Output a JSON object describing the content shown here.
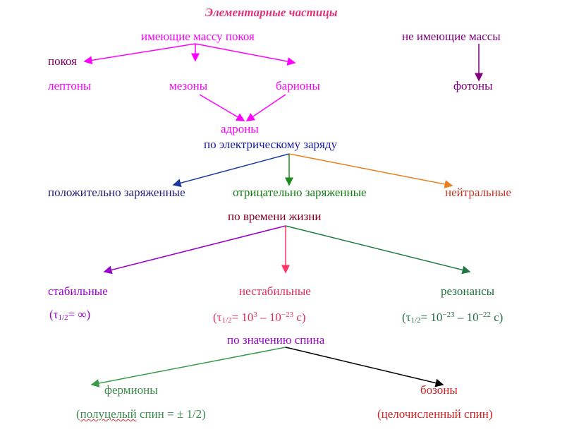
{
  "title": "Элементарные частицы",
  "mass": {
    "has_mass": "имеющие массу покоя",
    "no_mass": "не имеющие массы",
    "rest": "покоя",
    "leptons": "лептоны",
    "mesons": "мезоны",
    "baryons": "барионы",
    "photons": "фотоны",
    "hadrons": "адроны"
  },
  "charge": {
    "heading": "по электрическому заряду",
    "positive": "положительно заряженные",
    "negative": "отрицательно заряженные",
    "neutral": "нейтральные"
  },
  "lifetime": {
    "heading": "по времени жизни",
    "stable": "стабильные",
    "unstable": "нестабильные",
    "resonances": "резонансы",
    "stable_formula": {
      "open": "(τ",
      "sub": "1/2",
      "rest": "= ∞)"
    },
    "unstable_formula": {
      "open": "(τ",
      "sub": "1/2",
      "a": "= 10",
      "e1": "3",
      "b": " – 10",
      "e2": "−23",
      "c": " с)"
    },
    "resonance_formula": {
      "open": "(τ",
      "sub": "1/2",
      "a": "= 10",
      "e1": "−23",
      "b": " – 10",
      "e2": "−22",
      "c": " с)"
    }
  },
  "spin": {
    "heading": "по значению спина",
    "fermions": "фермионы",
    "bosons": "бозоны",
    "fermions_note": {
      "open": "(",
      "word": "полуцелый",
      "rest": " спин = ± 1/2)"
    },
    "bosons_note": "(целочисленный спин)"
  },
  "colors": {
    "title": "#e0337a",
    "magenta": "#ff00ff",
    "purple": "#800080",
    "blue": "#1a1aa0",
    "green": "#1a7a1a",
    "orange": "#e88020",
    "brown": "#c0392b",
    "darkred": "#800020",
    "violet": "#9900cc",
    "crimson": "#e0305a",
    "darkgreen": "#1f6f3f",
    "fgreen": "#3a8a4a",
    "red": "#cc2222"
  }
}
